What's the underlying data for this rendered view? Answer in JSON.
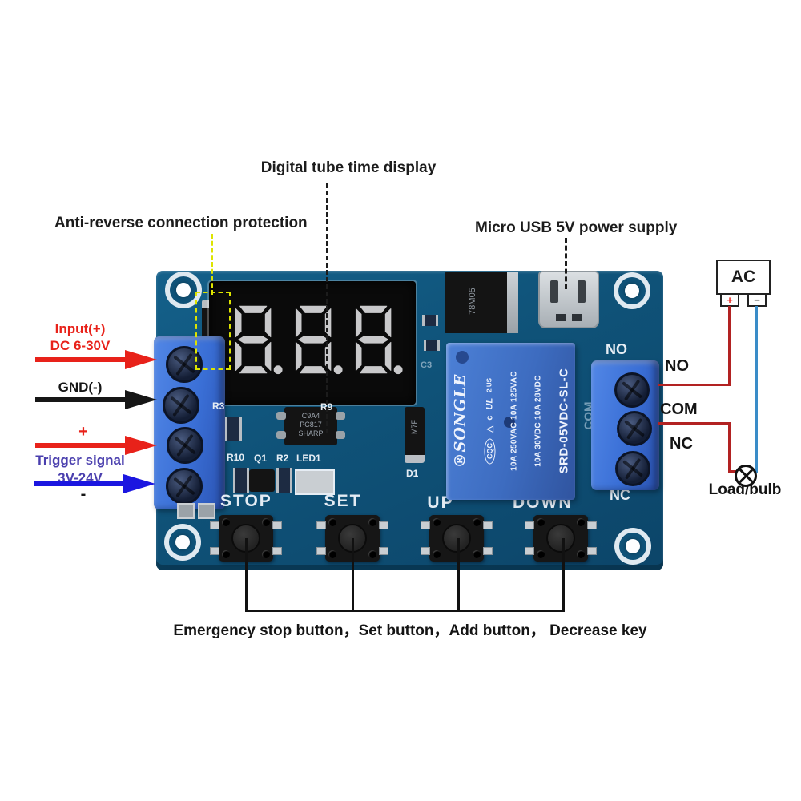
{
  "annotations": {
    "digital_tube": "Digital tube time display",
    "anti_reverse": "Anti-reverse connection protection",
    "micro_usb": "Micro USB 5V power supply",
    "bottom_caption": "Emergency stop button，Set button，Add button， Decrease key"
  },
  "left_panel": {
    "input_line1": "Input(+)",
    "input_line2": "DC 6-30V",
    "gnd": "GND(-)",
    "trigger_plus": "+",
    "trigger_line1": "Trigger signal",
    "trigger_line2": "3V-24V",
    "trigger_minus": "-"
  },
  "right_panel": {
    "ac": "AC",
    "ac_plus": "+",
    "ac_minus": "−",
    "no": "NO",
    "com": "COM",
    "nc": "NC",
    "load": "Load/bulb"
  },
  "pcb": {
    "display": {
      "digits": [
        "8.",
        "8.",
        "8."
      ]
    },
    "silk": {
      "no": "NO",
      "com": "COM",
      "nc": "NC",
      "stop": "STOP",
      "set": "SET",
      "up": "UP",
      "down": "DOWN",
      "r3": "R3",
      "r9": "R9",
      "r10": "R10",
      "q1": "Q1",
      "r2": "R2",
      "led1": "LED1",
      "d1": "D1",
      "c3": "C3"
    },
    "optocoupler": {
      "line1": "C9A4",
      "line2": "PC817",
      "line3": "SHARP"
    },
    "regulator": {
      "marking": "78M05"
    },
    "diode_marking": "M7F",
    "relay": {
      "brand": "SONGLE",
      "reg_mark": "®",
      "marks": [
        "CQC",
        "△",
        "c",
        "UL",
        "2 US"
      ],
      "ratings1": "10A 250VAC  10A 125VAC",
      "ratings2": "10A 30VDC   10A 28VDC",
      "model": "SRD-05VDC-SL-C"
    }
  },
  "colors": {
    "label_red": "#e8221a",
    "label_purple": "#4a3fae",
    "arrow_blue": "#1b16e0",
    "wire_red": "#b22222",
    "wire_blue": "#3a8cc8",
    "pcb_blue": "#0f5278",
    "relay_blue": "#3d6cc0",
    "terminal_blue": "#3a6fd6",
    "highlight_yellow": "#dde400"
  }
}
